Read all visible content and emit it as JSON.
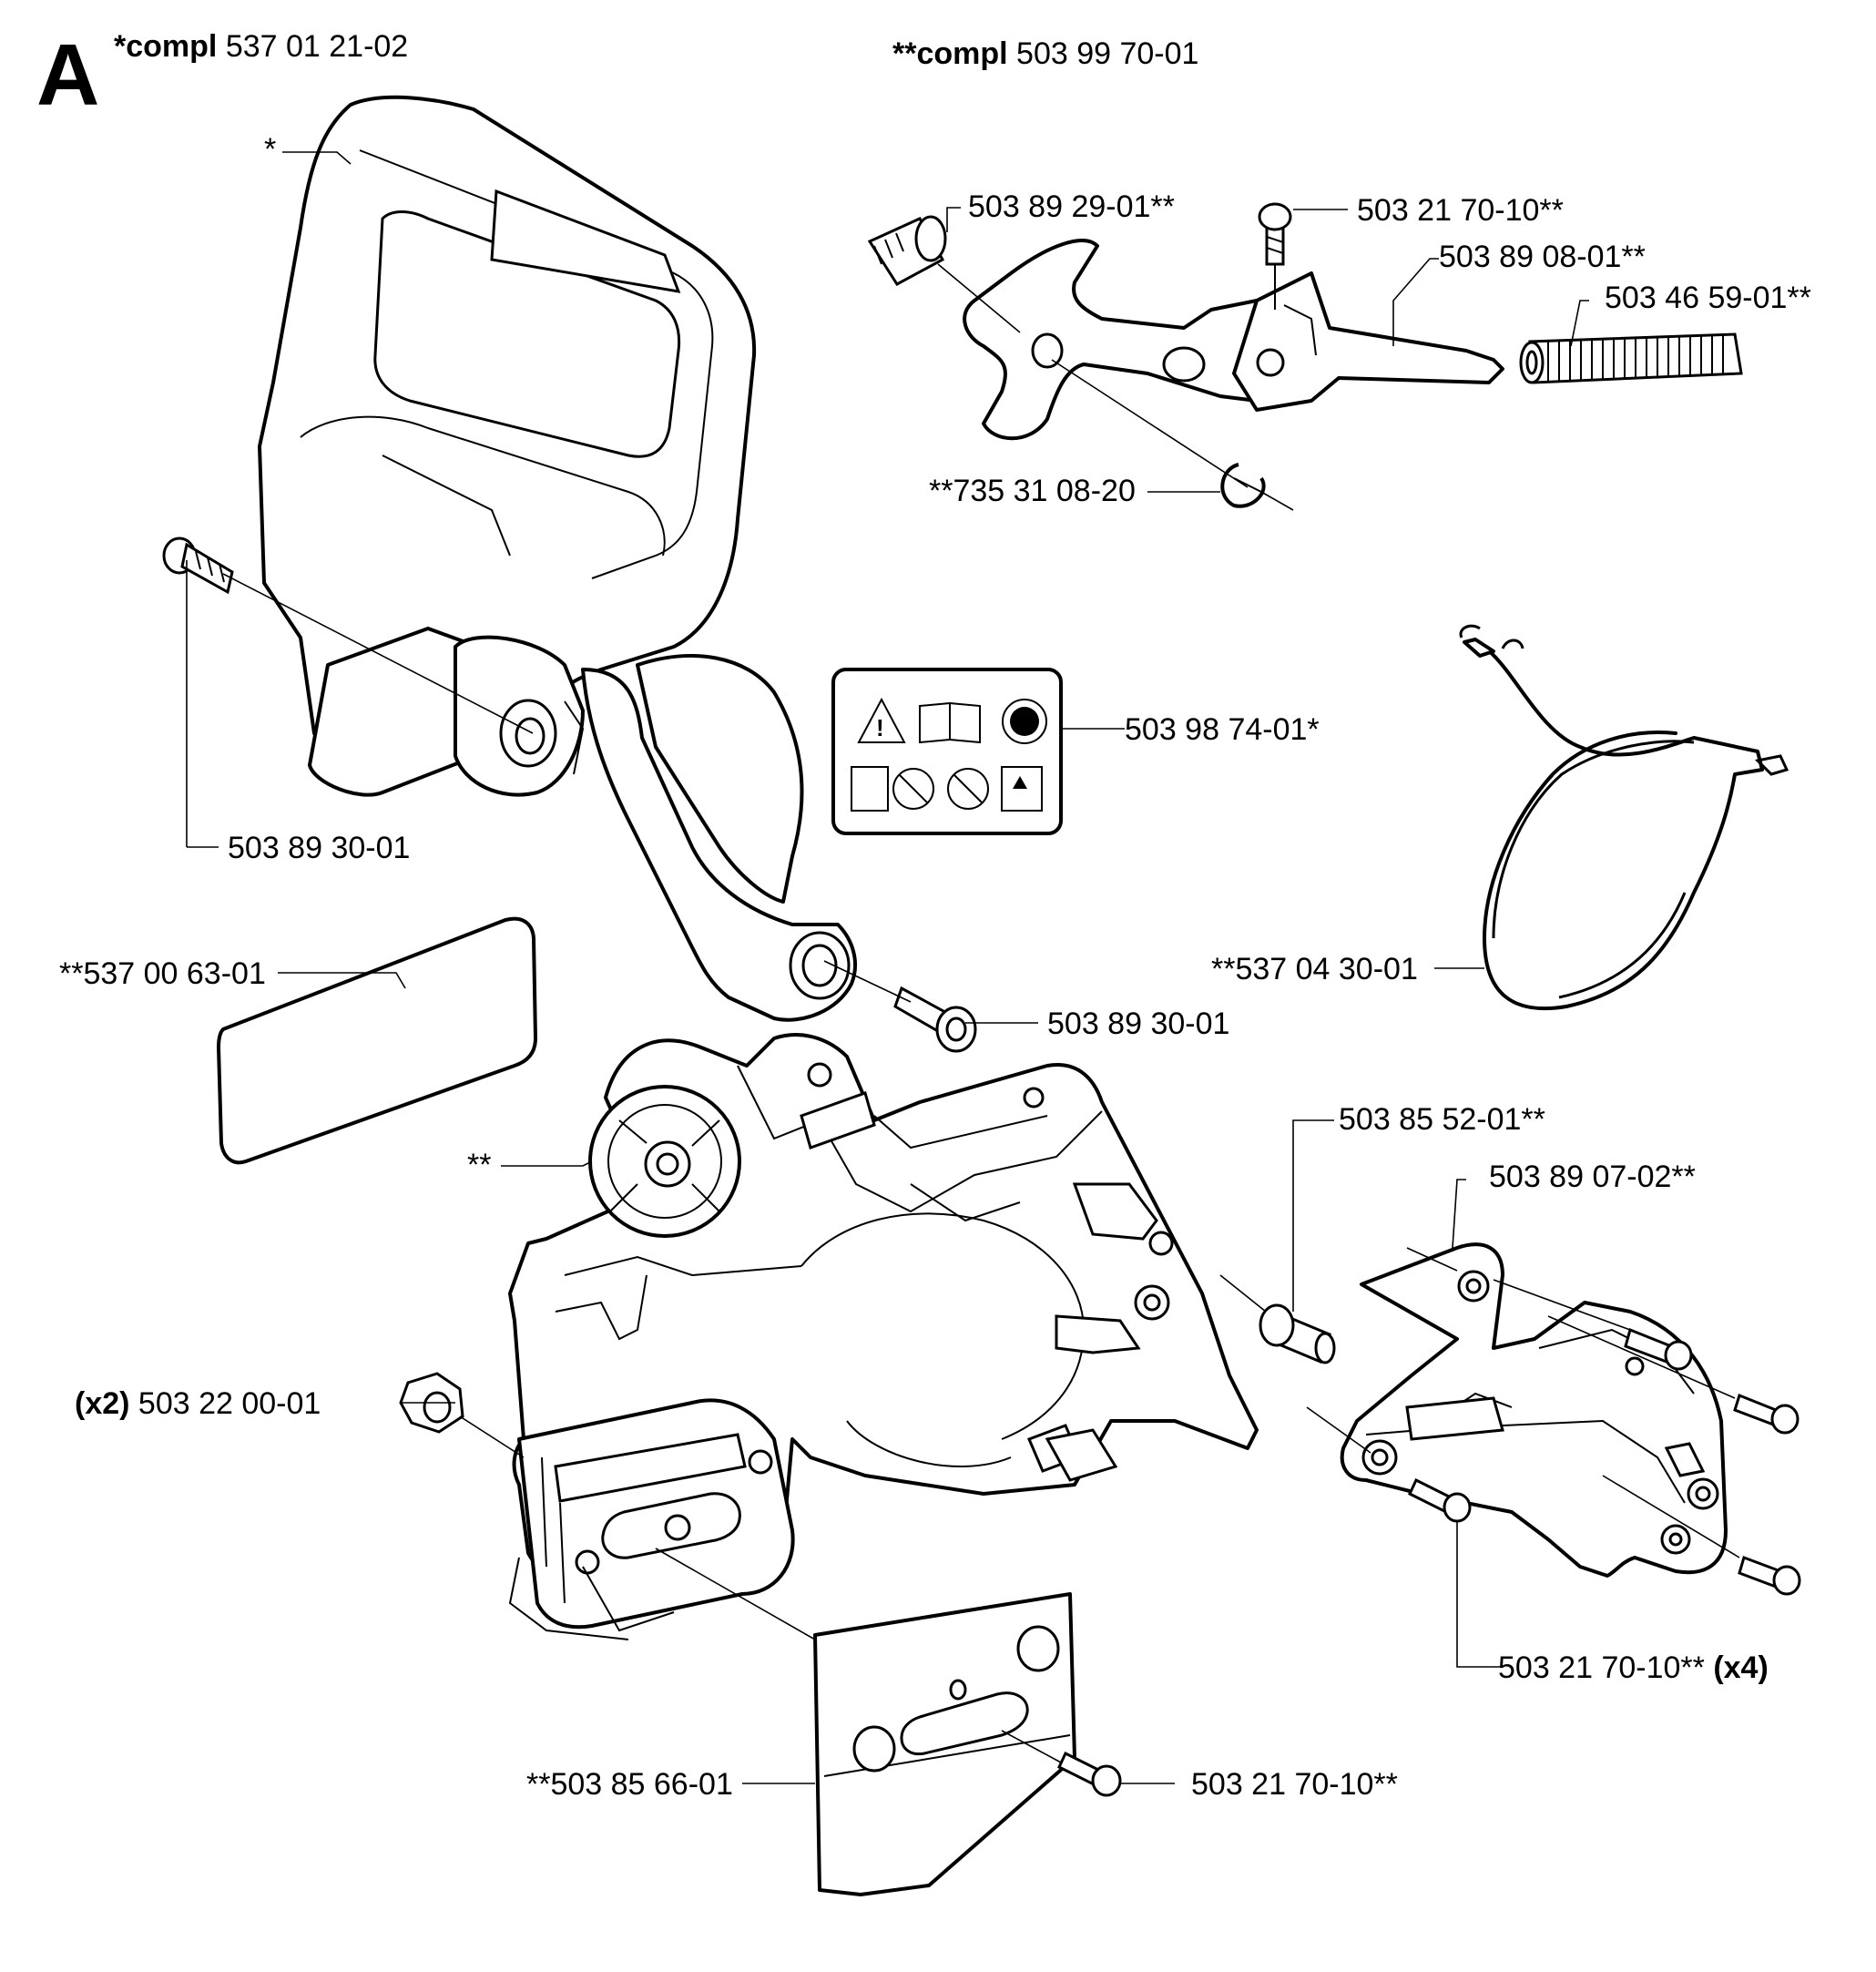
{
  "section_letter": "A",
  "kits": {
    "kit1": {
      "prefix": "*compl",
      "number": "537 01 21-02"
    },
    "kit2": {
      "prefix": "**compl",
      "number": "503 99 70-01"
    }
  },
  "callouts": {
    "c_star": "*",
    "c_5038930_a": "503 89 30-01",
    "c_5038930_b": "503 89 30-01",
    "c_5370063": "**537 00 63-01",
    "c_5038929": "503 89 29-01**",
    "c_5032170_top": "503 21 70-10**",
    "c_5038908": "503 89 08-01**",
    "c_5034659": "503 46 59-01**",
    "c_7353108": "**735 31 08-20",
    "c_5039874": "503 98 74-01*",
    "c_5370430": "**537 04 30-01",
    "c_starstar": "**",
    "c_5038552": "503 85 52-01**",
    "c_5038907": "503 89 07-02**",
    "c_x2_prefix": "(x2)",
    "c_5032200": "503 22 00-01",
    "c_5032170_x4": "503 21 70-10**",
    "c_x4_suffix": "(x4)",
    "c_5038566": "**503 85 66-01",
    "c_5032170_bottom": "503 21 70-10**"
  }
}
